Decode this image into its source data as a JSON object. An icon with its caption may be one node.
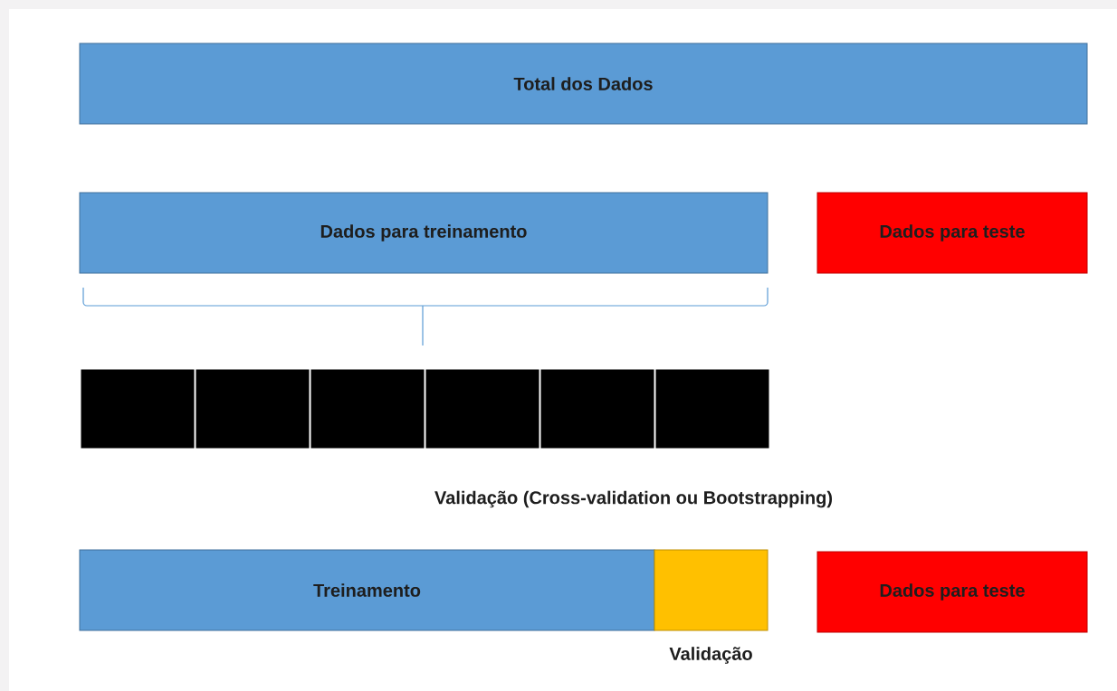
{
  "diagram": {
    "nodes": [
      {
        "text": [
          "Total dos Dados"
        ]
      },
      {
        "text": [
          "Dados para treinamento"
        ]
      },
      {
        "text": [
          "Dados para teste"
        ]
      },
      {
        "text": [],
        "shape": "box"
      },
      {
        "text": [],
        "shape": "box"
      },
      {
        "text": [],
        "shape": "box"
      },
      {
        "text": [],
        "shape": "box"
      },
      {
        "text": [],
        "shape": "box"
      },
      {
        "text": [],
        "shape": "box"
      },
      {
        "text": [
          "Treinamento"
        ]
      },
      {
        "text": [],
        "shape": "box",
        "beside": [
          "Validação"
        ]
      },
      {
        "text": [
          "Dados para teste"
        ]
      }
    ],
    "labels": [
      "Validação (Cross-validation ou Bootstrapping)"
    ]
  }
}
